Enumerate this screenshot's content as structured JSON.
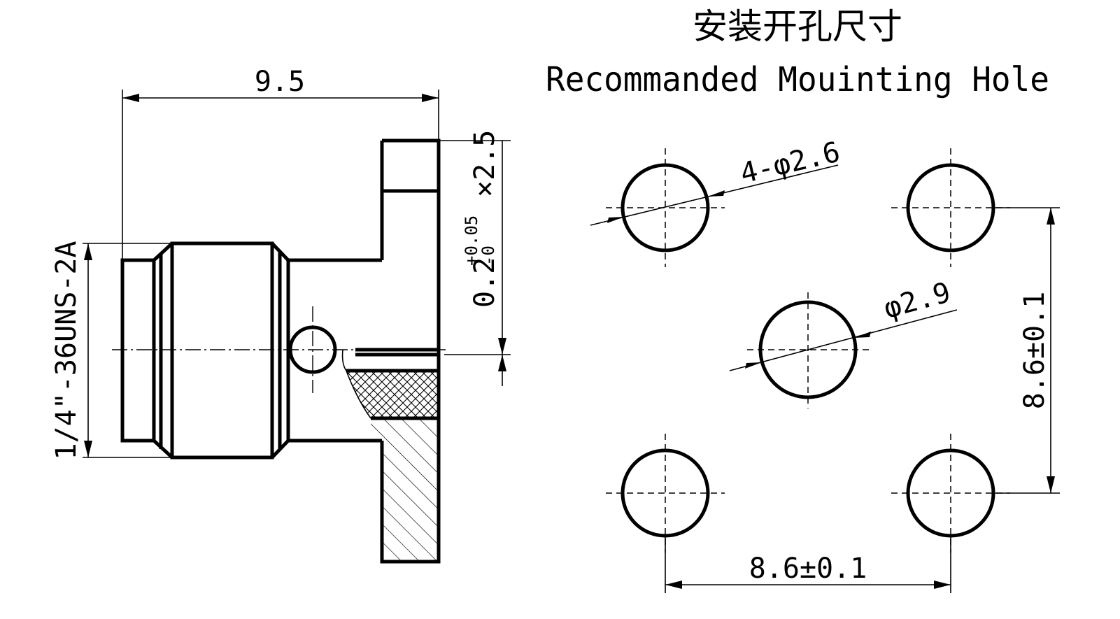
{
  "title": {
    "cn": "安装开孔尺寸",
    "en": "Recommanded Mouinting Hole"
  },
  "side_view": {
    "length_dim": "9.5",
    "thread_dim": "1/4\"-36UNS-2A",
    "step_dim_base": "0.2",
    "step_dim_tol_upper": "+0.05",
    "step_dim_tol_lower": "-0",
    "step_dim_suffix": "×2.5"
  },
  "hole_pattern": {
    "corner_holes_dim": "4-φ2.6",
    "center_hole_dim": "φ2.9",
    "vertical_spacing": "8.6±0.1",
    "horizontal_spacing": "8.6±0.1"
  }
}
